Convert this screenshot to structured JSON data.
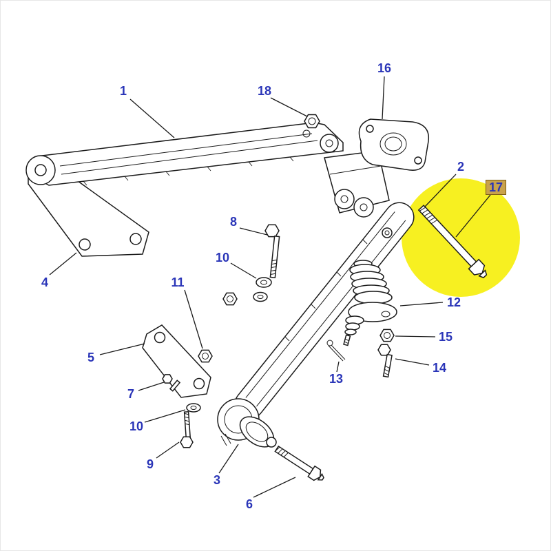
{
  "diagram": {
    "name": "Exploded suspension arm parts diagram",
    "highlighted_part": "17",
    "colors": {
      "highlight_circle": "#f7f021",
      "highlight_label_bg": "#c9a24b",
      "highlight_label_border": "#7a5a14",
      "callout_text": "#2a35b8",
      "line_art": "#1a1a1a",
      "background": "#ffffff"
    },
    "callouts": {
      "n1": "1",
      "n2": "2",
      "n3": "3",
      "n4": "4",
      "n5": "5",
      "n6": "6",
      "n7": "7",
      "n8": "8",
      "n9": "9",
      "n10a": "10",
      "n10b": "10",
      "n11": "11",
      "n12": "12",
      "n13": "13",
      "n14": "14",
      "n15": "15",
      "n16": "16",
      "n17": "17",
      "n18": "18"
    }
  }
}
